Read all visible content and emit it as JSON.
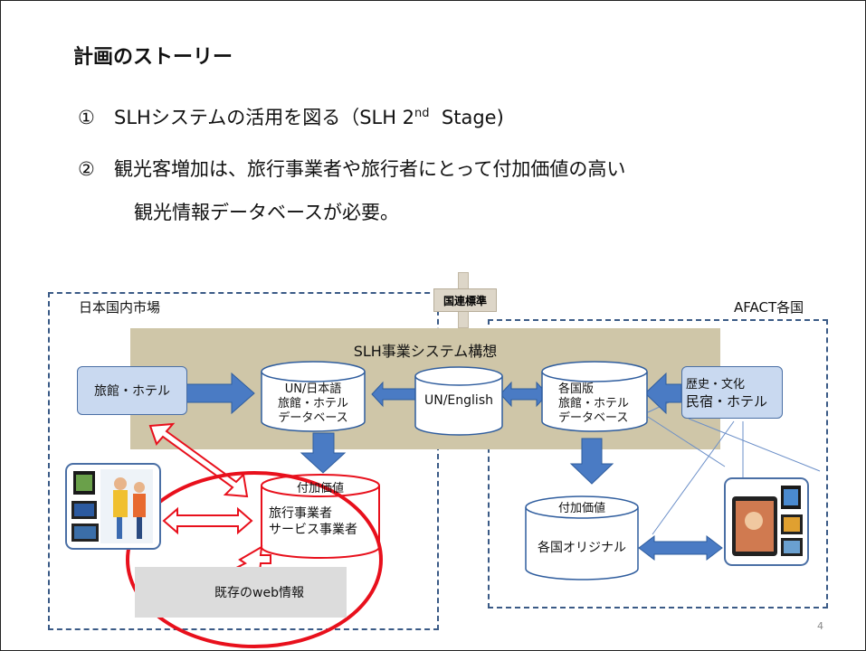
{
  "title": "計画のストーリー",
  "bullets": [
    {
      "num": "①",
      "text_a": "SLHシステムの活用を図る（SLH 2",
      "sup": "nd",
      "text_b": "Stage)"
    },
    {
      "num": "②",
      "line1": "観光客増加は、旅行事業者や旅行者にとって付加価値の高い",
      "line2": "観光情報データベースが必要。"
    }
  ],
  "diagram": {
    "left_region": "日本国内市場",
    "right_region": "AFACT各国",
    "sign": "国連標準",
    "band_title": "SLH事業システム構想",
    "ryokan_box": "旅館・ホテル",
    "db_jp": [
      "UN/日本語",
      "旅館・ホテル",
      "データベース"
    ],
    "db_un": "UN/English",
    "db_country": [
      "各国版",
      "旅館・ホテル",
      "データベース"
    ],
    "history_box": [
      "歴史・文化",
      "民宿・ホテル"
    ],
    "db_value_jp": {
      "top": "付加価値",
      "lines": [
        "旅行事業者",
        "サービス事業者"
      ]
    },
    "db_value_country": {
      "top": "付加価値",
      "body": "各国オリジナル"
    },
    "web_info": "既存のweb情報"
  },
  "page_number": "4",
  "colors": {
    "band": "#cfc6a8",
    "box": "#c9d9f0",
    "arrow": "#4a7bc4",
    "red": "#e8101c",
    "dash": "#3a5a86"
  }
}
